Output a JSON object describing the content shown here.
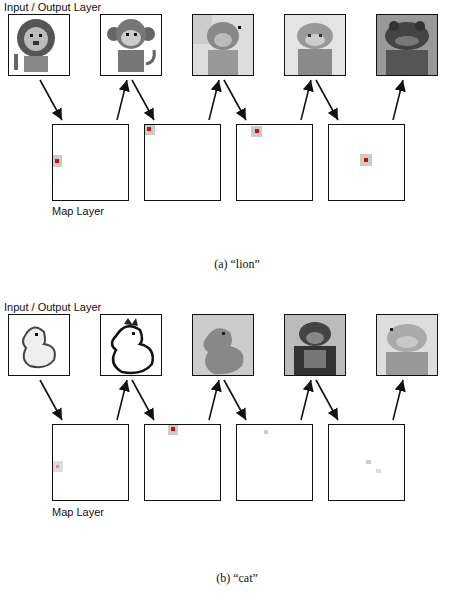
{
  "diagram": {
    "nodes": [
      {
        "text": []
      },
      {
        "text": []
      },
      {
        "text": []
      },
      {
        "text": []
      },
      {
        "text": []
      },
      {
        "text": []
      },
      {
        "text": []
      },
      {
        "text": []
      },
      {
        "text": []
      },
      {
        "text": []
      },
      {
        "text": []
      },
      {
        "text": []
      },
      {
        "text": []
      },
      {
        "text": []
      },
      {
        "text": []
      },
      {
        "text": []
      },
      {
        "text": []
      },
      {
        "text": []
      }
    ],
    "edges": [
      {
        "from": 0,
        "to": 5,
        "arrow": "to"
      },
      {
        "from": 5,
        "to": 1,
        "arrow": "to"
      },
      {
        "from": 1,
        "to": 6,
        "arrow": "to"
      },
      {
        "from": 6,
        "to": 2,
        "arrow": "to"
      },
      {
        "from": 2,
        "to": 7,
        "arrow": "to"
      },
      {
        "from": 7,
        "to": 3,
        "arrow": "to"
      },
      {
        "from": 3,
        "to": 8,
        "arrow": "to"
      },
      {
        "from": 8,
        "to": 4,
        "arrow": "to"
      },
      {
        "from": 9,
        "to": 14,
        "arrow": "to"
      },
      {
        "from": 14,
        "to": 10,
        "arrow": "to"
      },
      {
        "from": 10,
        "to": 15,
        "arrow": "to"
      },
      {
        "from": 15,
        "to": 11,
        "arrow": "to"
      },
      {
        "from": 11,
        "to": 16,
        "arrow": "to"
      },
      {
        "from": 16,
        "to": 12,
        "arrow": "to"
      },
      {
        "from": 12,
        "to": 17,
        "arrow": "to"
      },
      {
        "from": 17,
        "to": 13,
        "arrow": "to"
      }
    ],
    "labels": [
      "Input / Output Layer",
      "Map Layer",
      "(a) “lion”",
      "Input / Output Layer",
      "Map Layer",
      "(b) “cat”"
    ]
  }
}
